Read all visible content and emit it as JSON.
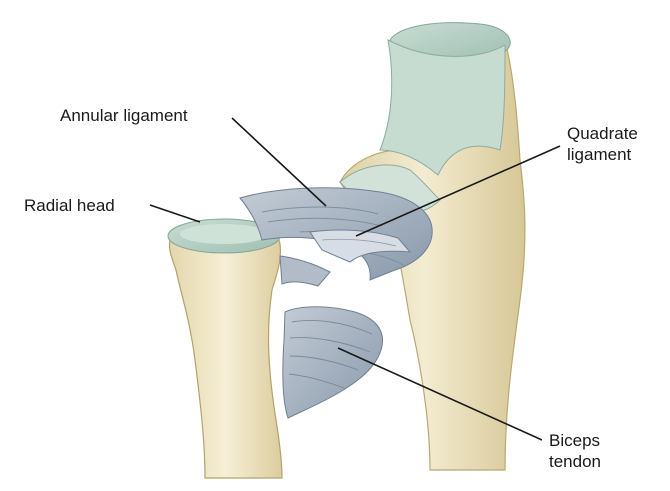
{
  "labels": {
    "annular_ligament": "Annular ligament",
    "quadrate_ligament_line1": "Quadrate",
    "quadrate_ligament_line2": "ligament",
    "radial_head": "Radial head",
    "biceps_tendon_line1": "Biceps",
    "biceps_tendon_line2": "tendon"
  },
  "colors": {
    "bone": "#efe6c6",
    "bone_shade": "#d8cba0",
    "articular_cartilage": "#b9d3c6",
    "ligament": "#a9b6c4",
    "ligament_dark": "#7f8fa1",
    "leader_line": "#1a1a1a"
  }
}
